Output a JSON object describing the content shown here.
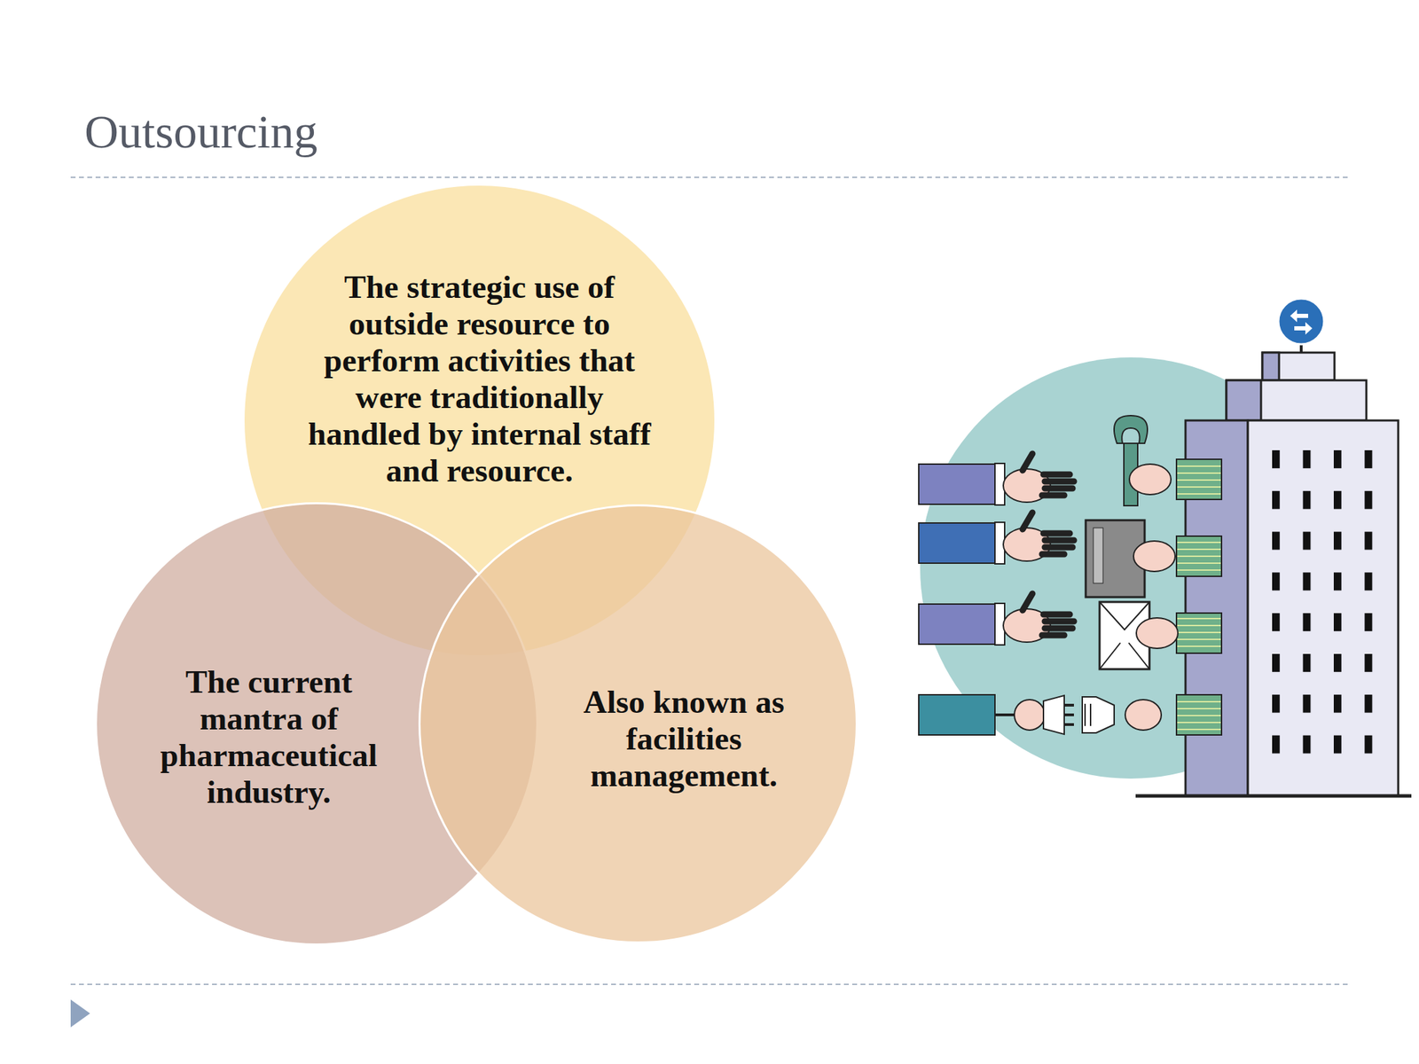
{
  "diagram": {
    "title": "Outsourcing",
    "nodes": [
      {
        "text": [
          "The strategic use of outside resource to perform activities that were traditionally handled by internal staff and resource."
        ]
      },
      {
        "text": [
          "The current mantra of pharmaceutical industry."
        ]
      },
      {
        "text": [
          "Also known as facilities management."
        ]
      }
    ]
  }
}
